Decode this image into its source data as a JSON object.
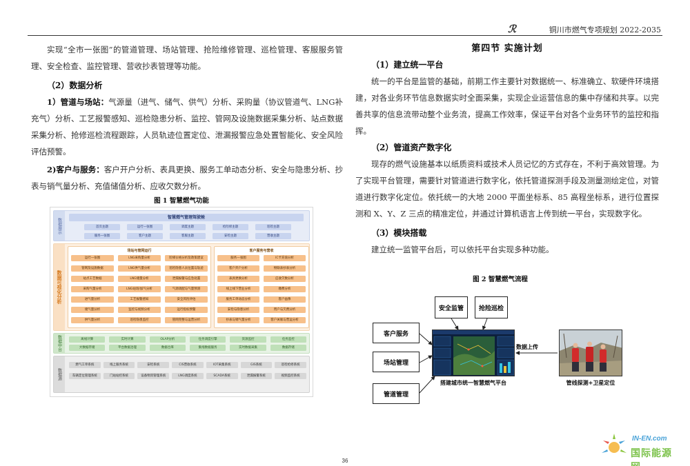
{
  "header": {
    "title": "铜川市燃气专项规划 2022-2035"
  },
  "left": {
    "p1": "实现“全市一张图”的管道管理、场站管理、抢险维修管理、巡检管理、客服服务管理、安全检查、监控管理、营收抄表管理等功能。",
    "sub2": "（2）数据分析",
    "p2_lead": "1）管道与场站：",
    "p2": "气源量（进气、储气、供气）分析、采购量（协议管道气、LNG补充气）分析、工艺报警感知、巡检隐患分析、监控、管网及设施数据采集分析、站点数据采集分析、抢修巡检流程跟踪，人员轨迹位置定位、泄漏报警应急处置智能化、安全风险评估预警。",
    "p3_lead": "2)客户与服务：",
    "p3": "客户开户分析、表具更换、服务工单动态分析、安全与隐患分析、抄表与销气量分析、充值储值分析、应收欠数分析。",
    "fig1_caption": "图 1 智慧燃气功能"
  },
  "fig1": {
    "band1_label": "数据展示",
    "band1_bar": "智慧燃气管理驾驶舱",
    "band1_row1": [
      "首页主题",
      "运行一张图",
      "调度主题",
      "抢险修主题",
      "巡检主题"
    ],
    "band1_row2": [
      "服务一张图",
      "客户主题",
      "客服主题",
      "安检主题",
      "营收主题"
    ],
    "band2_label": "数据可视化分析",
    "panel_left_title": "场站与管网运行",
    "panel_right_title": "客户服务与营收",
    "left_rows": [
      [
        "运行一张图",
        "LNG采购量分析",
        "阶梯价格分析及政策建议"
      ],
      [
        "管网及设施数据",
        "LNG供气量分析",
        "巡检隐患人员位置与轨迹"
      ],
      [
        "站点工艺数据",
        "LNG储量分析",
        "泄漏报警与应急处置"
      ],
      [
        "采购气量分析",
        "LNG站场/加气分析",
        "气源调配与气量预测"
      ],
      [
        "进气量分析",
        "工艺报警感知",
        "安全风险评估"
      ],
      [
        "储气量分析",
        "监控与视频分析",
        "运行指标预警"
      ],
      [
        "供气量分析",
        "巡检隐患监控",
        "管网完整与运营分析"
      ]
    ],
    "right_rows": [
      [
        "服务一张图",
        "IC卡充值分析"
      ],
      [
        "客户开户分析",
        "物联表抄表分析"
      ],
      [
        "表具更换分析",
        "应收欠数分析"
      ],
      [
        "线上线下营业分析",
        "缴费分析"
      ],
      [
        "服务工单动态分析",
        "客户画像"
      ],
      [
        "安检与隐患分析",
        "用户与欠费分析"
      ],
      [
        "抄表与销气量分析",
        "客户关联与营运分析"
      ]
    ],
    "band3_label": "数据中台",
    "band3_row1": [
      "离线计算",
      "实时计算",
      "OLAP分析",
      "任务调度引擎",
      "资源监控",
      "任务监控"
    ],
    "band3_row2": [
      "大数据存储",
      "平台数据治理",
      "数据仓库",
      "集线数据服务",
      "实时数据采集",
      "数据存储"
    ],
    "band4_label": "数据源",
    "band4_row1": [
      "燃气工单系统",
      "线上服务系统",
      "安检系统",
      "CIS营收系统",
      "IOT采集系统",
      "GIS系统",
      "巡检抢修系统"
    ],
    "band4_row2": [
      "车辆定位管理系统",
      "门站站控系统",
      "设备物资管理系统",
      "LNG调度系统",
      "SCADA系统",
      "泄漏报警系统",
      "视频监控系统"
    ]
  },
  "right": {
    "section_title": "第四节   实施计划",
    "sub1": "（1）建立统一平台",
    "p1": "统一的平台是监管的基础，前期工作主要针对数据统一、标准确立、软硬件环境搭建，对各业务环节信息数据实时全面采集，实现企业运营信息的集中存储和共享。以完善共享的信息流带动整个业务流，提高工作效率，保证平台对各个业务环节的监控和指挥。",
    "sub2": "（2）管道资产数字化",
    "p2": "现存的燃气设施基本以纸质资料或技术人员记忆的方式存在，不利于高效管理。为了实现平台管理，需要针对管道进行数字化，依托管道探测手段及测量测绘定位，对管道进行数字化定位。依托统一的大地 2000 平面坐标系、85 高程坐标系，进行位置探测和 X、Y、Z 三点的精准定位，并通过计算机语言上传到统一平台，实现数字化。",
    "sub3": "（3）模块搭载",
    "p3": "建立统一监管平台后，可以依托平台实现多种功能。",
    "fig2_caption": "图 2 智慧燃气流程"
  },
  "fig2": {
    "top_box1": "安全监管",
    "top_box2": "抢险巡检",
    "left_box1": "客户服务",
    "left_box2": "场站管理",
    "left_box3": "管道管理",
    "upload_label": "数据上传",
    "screen_caption": "搭建城市统一智慧燃气平台",
    "photo_caption": "管线探测+卫星定位"
  },
  "footer": {
    "page_number": "36",
    "watermark_en": "IN-EN.com",
    "watermark_cn": "国际能源网"
  }
}
